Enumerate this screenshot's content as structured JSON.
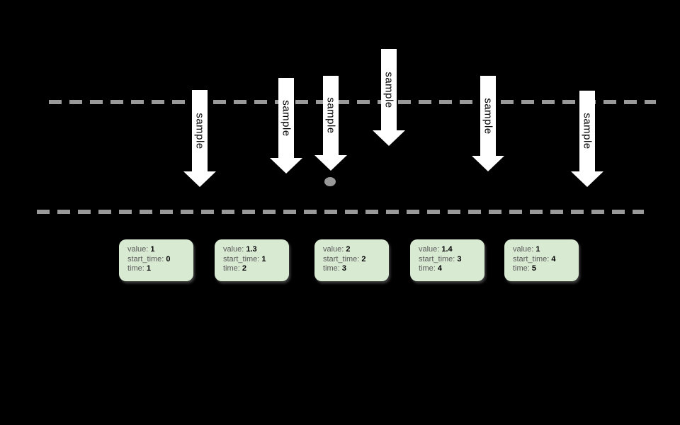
{
  "diagram": {
    "description": "sampling timeline diagram",
    "colors": {
      "background": "#000000",
      "dashed_line": "#999999",
      "arrow_fill": "#ffffff",
      "arrow_text": "#000000",
      "dot_fill": "#999999",
      "card_background": "#d9ead3",
      "card_label_text": "#5a5a5a",
      "card_value_text": "#000000"
    },
    "arrows": [
      {
        "label": "sample"
      },
      {
        "label": "sample"
      },
      {
        "label": "sample"
      },
      {
        "label": "sample"
      },
      {
        "label": "sample"
      },
      {
        "label": "sample"
      }
    ],
    "field_labels": {
      "value": "value:",
      "start_time": "start_time:",
      "time": "time:"
    },
    "samples": [
      {
        "value": "1",
        "start_time": "0",
        "time": "1"
      },
      {
        "value": "1.3",
        "start_time": "1",
        "time": "2"
      },
      {
        "value": "2",
        "start_time": "2",
        "time": "3"
      },
      {
        "value": "1.4",
        "start_time": "3",
        "time": "4"
      },
      {
        "value": "1",
        "start_time": "4",
        "time": "5"
      }
    ]
  }
}
